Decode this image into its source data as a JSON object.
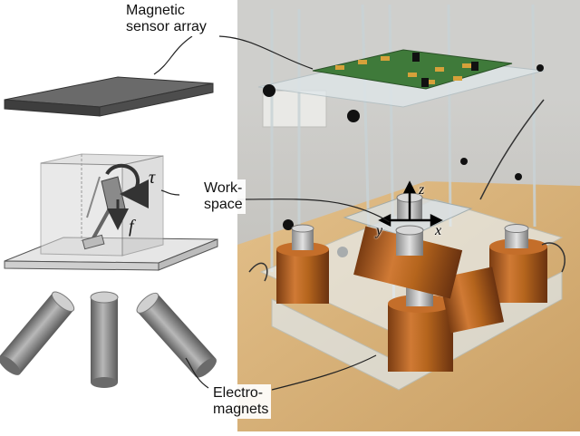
{
  "labels": {
    "sensor_array": [
      "Magnetic",
      "sensor array"
    ],
    "workspace": [
      "Work-",
      "space"
    ],
    "electromagnets": [
      "Electro-",
      "magnets"
    ]
  },
  "schematic_symbols": {
    "torque": "τ",
    "force": "f"
  },
  "photo_axes": {
    "z": "z",
    "y": "y",
    "x": "x"
  },
  "colors": {
    "sensor_plate": "#5a5a5a",
    "workspace_cube": "#d8d8d8",
    "cylinder": "#8c8c8c",
    "copper": "#b5651d",
    "acrylic": "#e8eef0",
    "wood": "#d9b27a",
    "pcb": "#3f7a3a"
  }
}
